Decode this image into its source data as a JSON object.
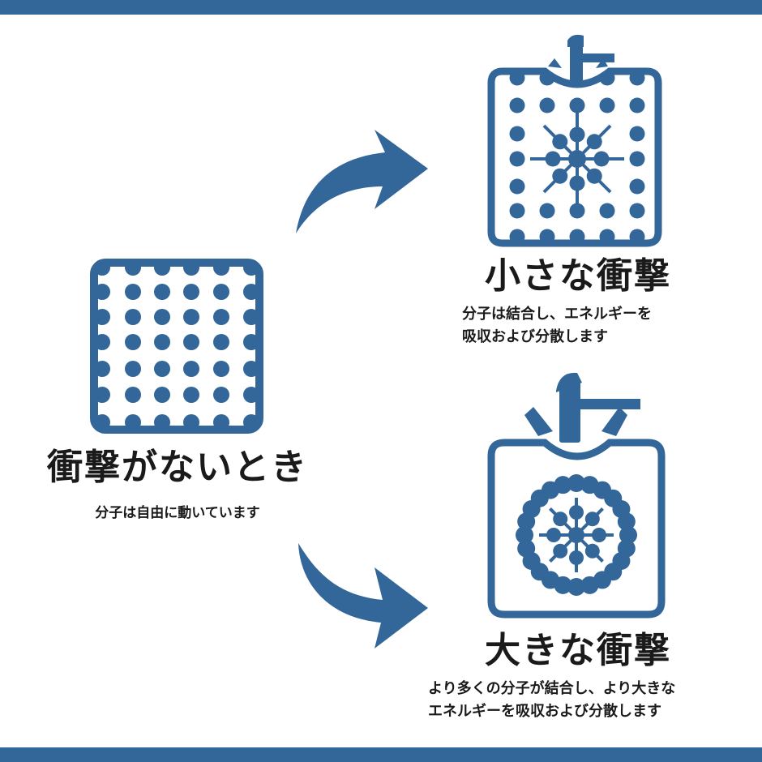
{
  "colors": {
    "accent": "#336699",
    "text": "#1a1a1a",
    "background": "#ffffff"
  },
  "icons": [
    "curved-arrow-up-icon",
    "curved-arrow-down-icon",
    "hammer-icon",
    "impact-spark-icon",
    "molecule-grid-icon"
  ],
  "no_impact": {
    "title": "衝撃がないとき",
    "caption": "分子は自由に動いています"
  },
  "small_impact": {
    "title": "小さな衝撃",
    "caption_lines": [
      "分子は結合し、エネルギーを",
      "吸収および分散します"
    ]
  },
  "large_impact": {
    "title": "大きな衝撃",
    "caption_lines": [
      "より多くの分子が結合し、より大きな",
      "エネルギーを吸収および分散します"
    ]
  }
}
